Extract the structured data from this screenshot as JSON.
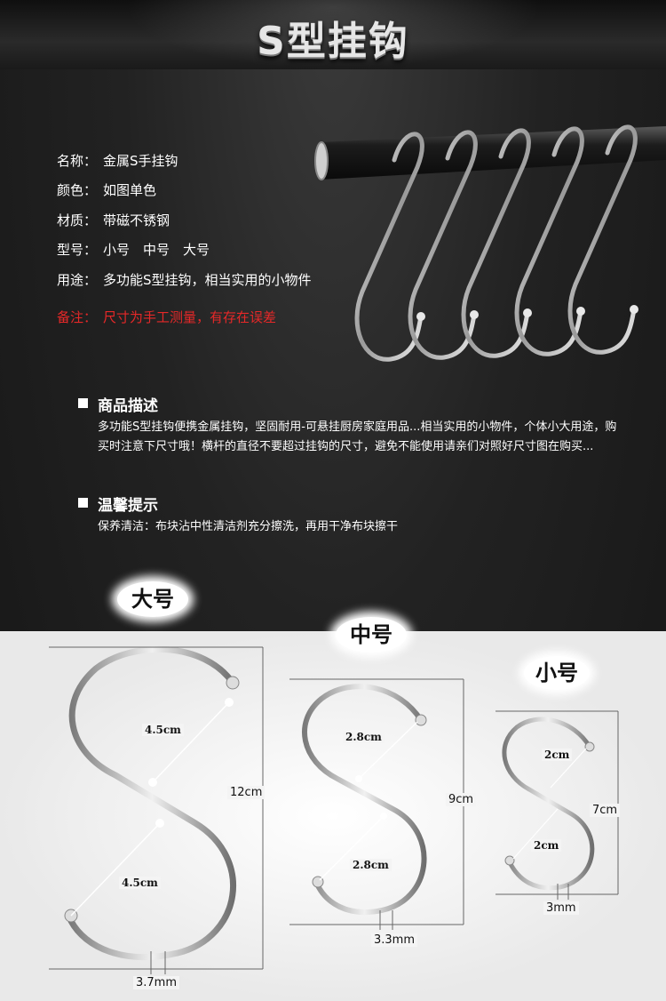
{
  "banner": {
    "title": "S型挂钩"
  },
  "specs": [
    {
      "key": "名称：",
      "value": "金属S手挂钩"
    },
    {
      "key": "颜色：",
      "value": "如图单色"
    },
    {
      "key": "材质：",
      "value": "带磁不锈钢"
    },
    {
      "key": "型号：",
      "value": "小号　中号　大号"
    },
    {
      "key": "用途：",
      "value": "多功能S型挂钩，相当实用的小物件"
    }
  ],
  "note": {
    "key": "备注：",
    "value": "尺寸为手工测量，有存在误差"
  },
  "description": {
    "heading": "商品描述",
    "text": "多功能S型挂钩便携金属挂钩，坚固耐用-可悬挂厨房家庭用品...相当实用的小物件，个体小大用途，购买时注意下尺寸哦！横杆的直径不要超过挂钩的尺寸，避免不能使用请亲们对照好尺寸图在购买..."
  },
  "tips": {
    "heading": "温馨提示",
    "text": "保养清洁：布块沾中性清洁剂充分擦洗，再用干净布块擦干"
  },
  "sizes": {
    "large": {
      "title": "大号",
      "top": "4.5cm",
      "bottom": "4.5cm",
      "height": "12cm",
      "wire": "3.7mm"
    },
    "medium": {
      "title": "中号",
      "top": "2.8cm",
      "bottom": "2.8cm",
      "height": "9cm",
      "wire": "3.3mm"
    },
    "small": {
      "title": "小号",
      "top": "2cm",
      "bottom": "2cm",
      "height": "7cm",
      "wire": "3mm"
    }
  },
  "colors": {
    "note": "#e62828",
    "background": "#1b1b1b",
    "metal": "#d9d9d9"
  }
}
